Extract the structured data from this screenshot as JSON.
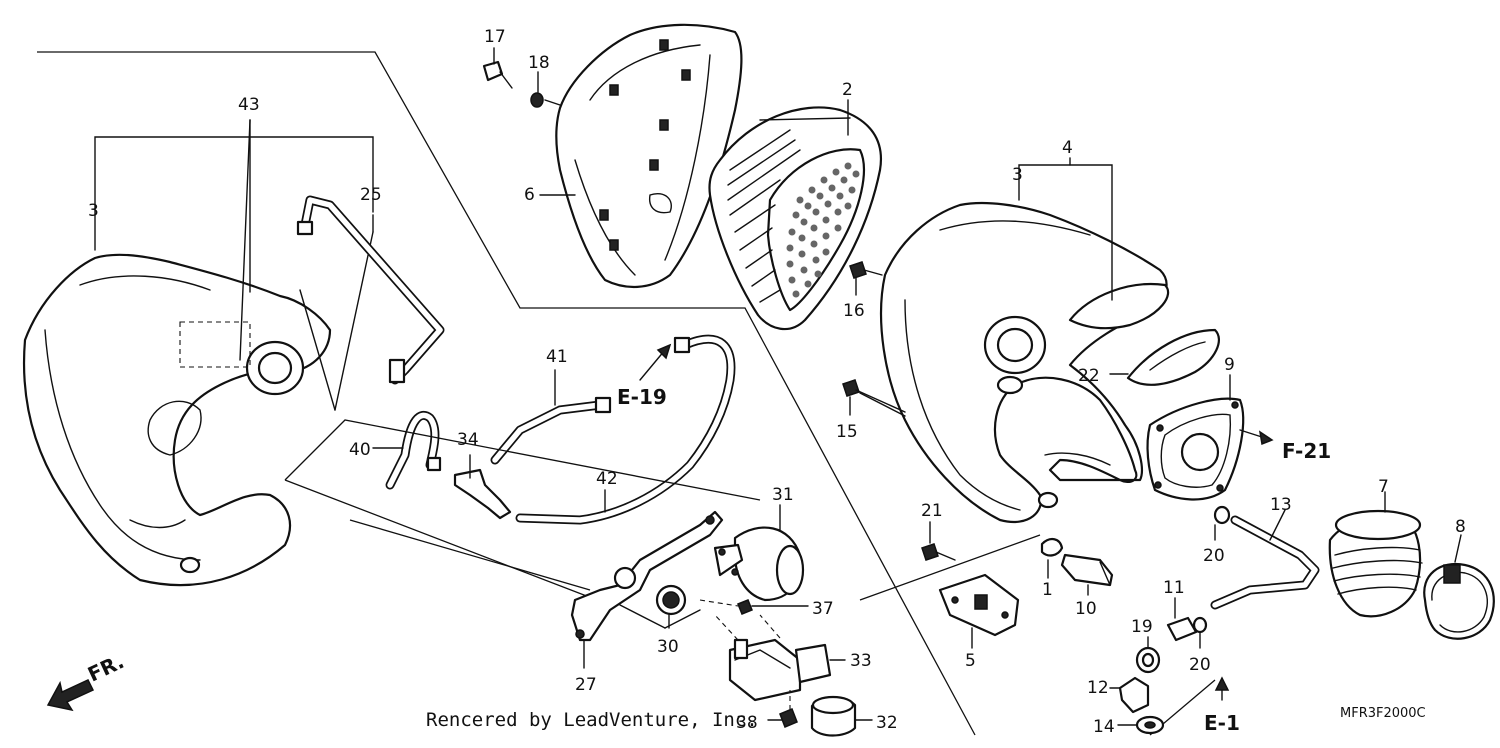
{
  "callouts": {
    "c43": "43",
    "c3a": "3",
    "c25": "25",
    "c17": "17",
    "c18": "18",
    "c6": "6",
    "c2": "2",
    "c4": "4",
    "c3b": "3",
    "c16": "16",
    "c15": "15",
    "c22": "22",
    "c9": "9",
    "c41": "41",
    "c40": "40",
    "c34": "34",
    "c42": "42",
    "c31": "31",
    "c37": "37",
    "c30": "30",
    "c27": "27",
    "c33": "33",
    "c38": "38",
    "c32": "32",
    "c21": "21",
    "c1": "1",
    "c10": "10",
    "c5": "5",
    "c20a": "20",
    "c13": "13",
    "c7": "7",
    "c8": "8",
    "c11": "11",
    "c19": "19",
    "c20b": "20",
    "c12": "12",
    "c14": "14"
  },
  "references": {
    "e19": "E-19",
    "f21": "F-21",
    "e1": "E-1"
  },
  "front_marker": "FR.",
  "credit": "Rencered by LeadVenture, Inc.",
  "diagram_code": "MFR3F2000C"
}
